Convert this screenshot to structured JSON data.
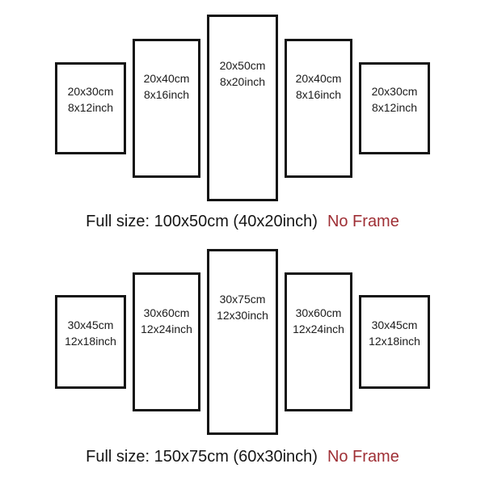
{
  "colors": {
    "background": "#ffffff",
    "panel_border": "#141414",
    "label_text": "#1c1c1c",
    "caption_text": "#161616",
    "frame_note_red": "#9f2f35"
  },
  "groups": [
    {
      "panels": [
        {
          "cm": "20x30cm",
          "inch": "8x12inch"
        },
        {
          "cm": "20x40cm",
          "inch": "8x16inch"
        },
        {
          "cm": "20x50cm",
          "inch": "8x20inch"
        },
        {
          "cm": "20x40cm",
          "inch": "8x16inch"
        },
        {
          "cm": "20x30cm",
          "inch": "8x12inch"
        }
      ],
      "caption": {
        "full_size_label": "Full size: 100x50cm (40x20inch)",
        "frame_note": "No Frame"
      }
    },
    {
      "panels": [
        {
          "cm": "30x45cm",
          "inch": "12x18inch"
        },
        {
          "cm": "30x60cm",
          "inch": "12x24inch"
        },
        {
          "cm": "30x75cm",
          "inch": "12x30inch"
        },
        {
          "cm": "30x60cm",
          "inch": "12x24inch"
        },
        {
          "cm": "30x45cm",
          "inch": "12x18inch"
        }
      ],
      "caption": {
        "full_size_label": "Full size: 150x75cm (60x30inch)",
        "frame_note": "No Frame"
      }
    }
  ]
}
